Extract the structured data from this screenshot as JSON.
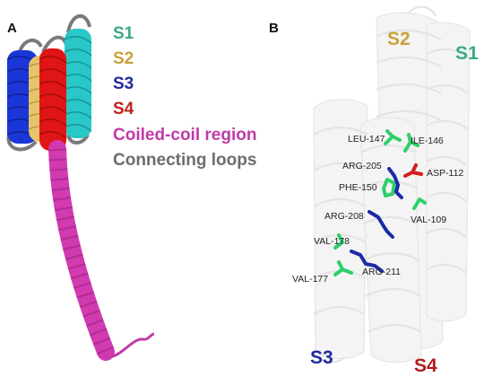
{
  "panels": {
    "a": {
      "letter": "A"
    },
    "b": {
      "letter": "B"
    }
  },
  "legend": [
    {
      "label": "S1",
      "color": "#3aa88a"
    },
    {
      "label": "S2",
      "color": "#c9a23a"
    },
    {
      "label": "S3",
      "color": "#1f2aa0"
    },
    {
      "label": "S4",
      "color": "#c0201c"
    },
    {
      "label": "Coiled-coil region",
      "color": "#c23aa8"
    },
    {
      "label": "Connecting loops",
      "color": "#6d6d6d"
    }
  ],
  "helix_labels": {
    "s1": {
      "text": "S1",
      "color": "#3aa88a"
    },
    "s2": {
      "text": "S2",
      "color": "#c9a23a"
    },
    "s3": {
      "text": "S3",
      "color": "#1f2aa0"
    },
    "s4": {
      "text": "S4",
      "color": "#b01c1c"
    }
  },
  "residues": {
    "leu147": "LEU-147",
    "ile146": "ILE-146",
    "arg205": "ARG-205",
    "asp112": "ASP-112",
    "phe150": "PHE-150",
    "val109": "VAL-109",
    "arg208": "ARG-208",
    "val178": "VAL-178",
    "val177": "VAL-177",
    "arg211": "ARG-211"
  },
  "colors": {
    "s1_helix": "#29c7c7",
    "s2_helix": "#e6c46a",
    "s3_helix": "#1b36d6",
    "s4_helix": "#e01515",
    "coiled_coil": "#d23ab0",
    "loops": "#7a7a7a",
    "hydrophobic_sticks": "#2ecf6a",
    "basic_sticks": "#1c2aa8",
    "acidic_sticks": "#d41e1e"
  }
}
